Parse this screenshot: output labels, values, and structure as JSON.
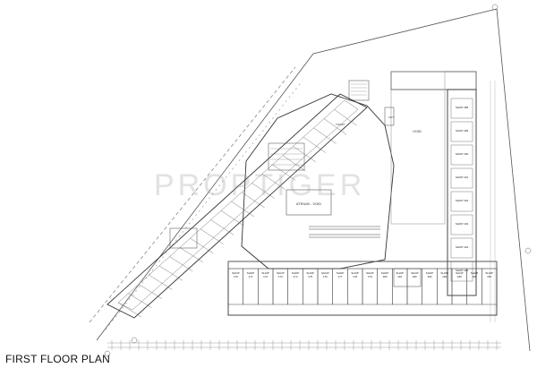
{
  "title": "FIRST FLOOR PLAN",
  "watermark": "PROPTIGER",
  "rooms": {
    "atrium": "ATRIUM - VOID",
    "void_top": "VOID",
    "lift": "LIFT",
    "toilet": "TOILET"
  },
  "shops_bottom": [
    "SHOP 170",
    "SHOP 171",
    "SHOP 172",
    "SHOP 173",
    "SHOP 174",
    "SHOP 175",
    "SHOP 176",
    "SHOP 177",
    "SHOP 178",
    "SHOP 179",
    "SHOP 180",
    "SHOP 181",
    "SHOP 182",
    "SHOP 183",
    "SHOP 184",
    "SHOP 185",
    "SHOP 186",
    "SHOP 187"
  ],
  "shops_right": [
    "SHOP 188",
    "SHOP 189",
    "SHOP 190",
    "SHOP 191",
    "SHOP 192",
    "SHOP 193",
    "SHOP 194",
    "SHOP 195"
  ]
}
